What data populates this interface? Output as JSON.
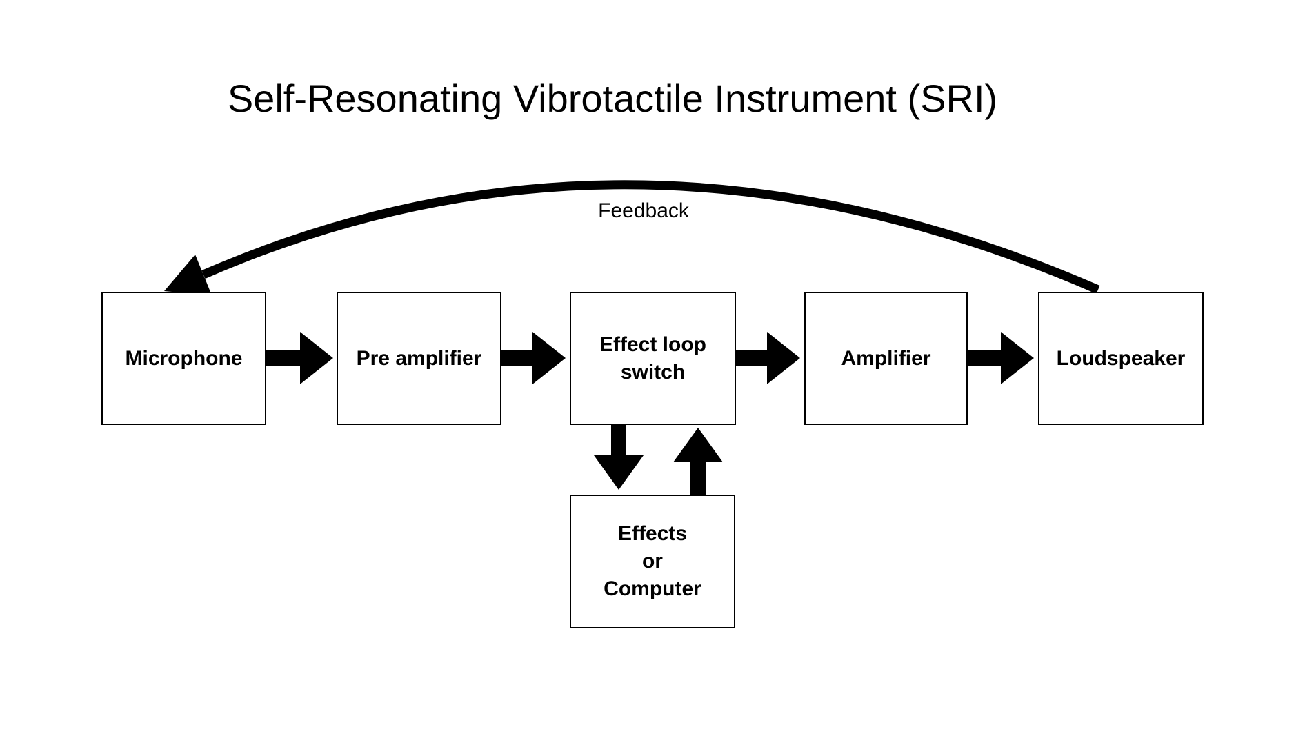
{
  "diagram": {
    "title": "Self-Resonating Vibrotactile Instrument (SRI)",
    "nodes": [
      {
        "id": "microphone",
        "lines": [
          "Microphone"
        ]
      },
      {
        "id": "pre-amplifier",
        "lines": [
          "Pre amplifier"
        ]
      },
      {
        "id": "effect-loop-switch",
        "lines": [
          "Effect loop",
          "switch"
        ]
      },
      {
        "id": "amplifier",
        "lines": [
          "Amplifier"
        ]
      },
      {
        "id": "loudspeaker",
        "lines": [
          "Loudspeaker"
        ]
      },
      {
        "id": "effects-or-computer",
        "lines": [
          "Effects",
          "or",
          "Computer"
        ]
      }
    ],
    "connections": [
      {
        "from": "Microphone",
        "to": "Pre amplifier"
      },
      {
        "from": "Pre amplifier",
        "to": "Effect loop switch"
      },
      {
        "from": "Effect loop switch",
        "to": "Amplifier"
      },
      {
        "from": "Amplifier",
        "to": "Loudspeaker"
      },
      {
        "from": "Effect loop switch",
        "to": "Effects or Computer"
      },
      {
        "from": "Effects or Computer",
        "to": "Effect loop switch"
      },
      {
        "from": "Loudspeaker",
        "to": "Microphone",
        "label": "Feedback"
      }
    ],
    "colors": {
      "line": "#000000",
      "background": "#ffffff",
      "box_fill": "#ffffff"
    }
  }
}
